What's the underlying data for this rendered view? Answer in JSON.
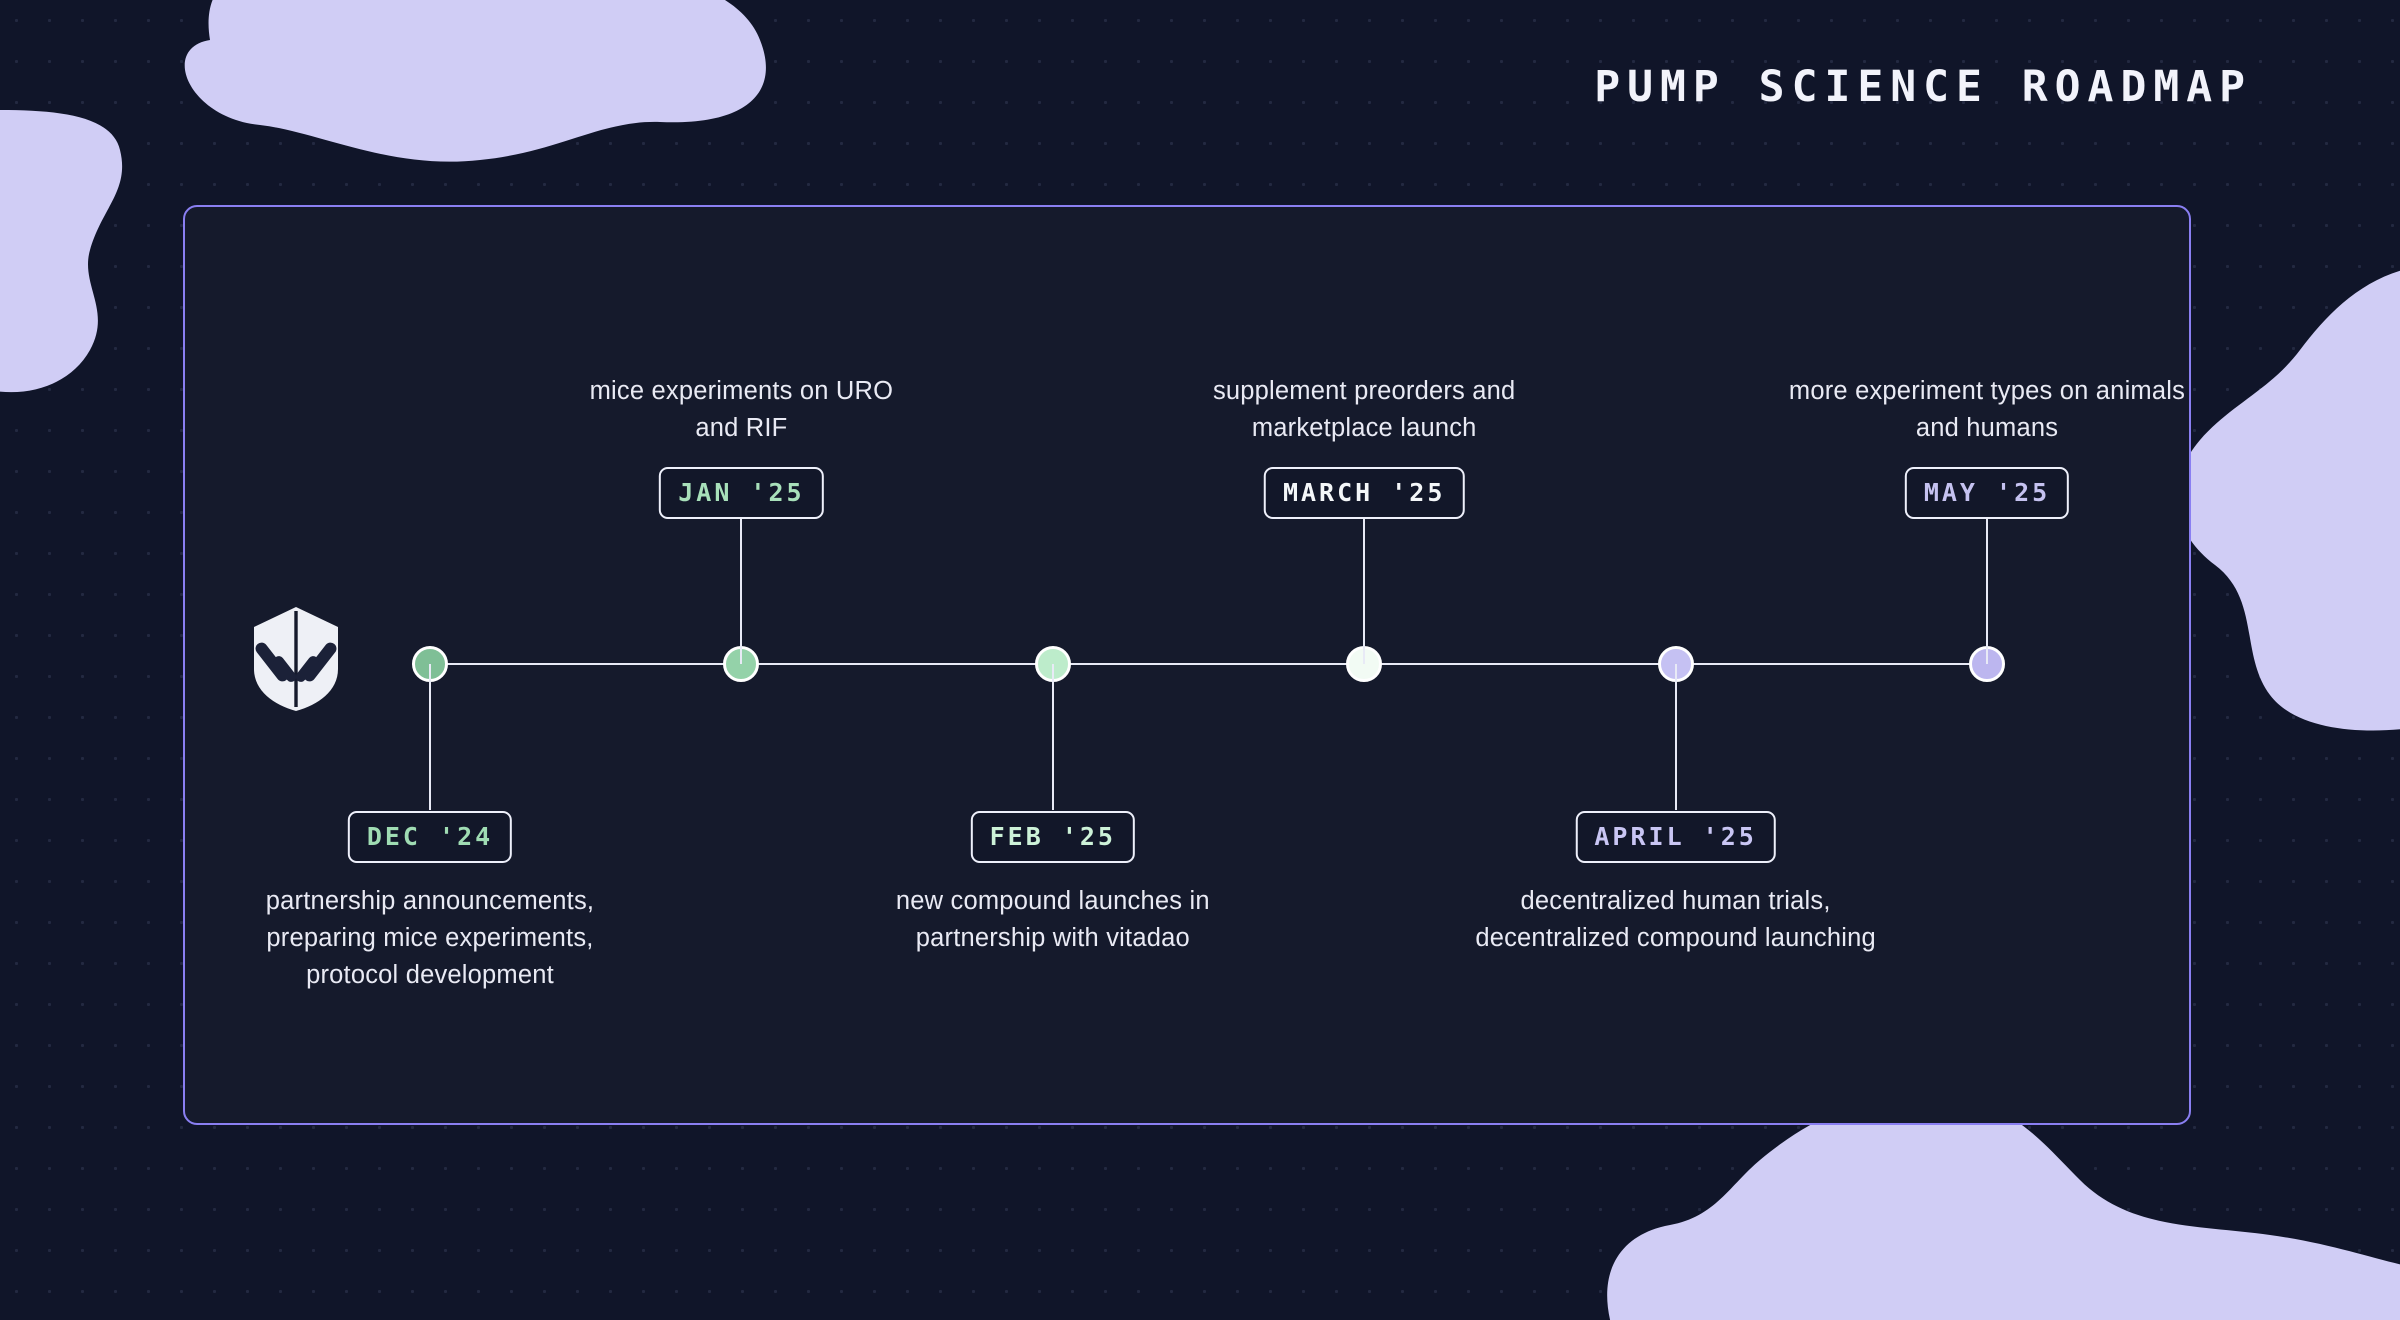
{
  "header": {
    "title": "PUMP SCIENCE ROADMAP"
  },
  "logo": {
    "name": "pump-science-shield-logo"
  },
  "theme": {
    "page_bg": "#101529",
    "card_bg": "#151a2c",
    "card_border": "#8a7ff2",
    "blob": "#d0cdf5",
    "axis": "#e8eaf6",
    "text": "#e9eaf4"
  },
  "timeline": {
    "milestones": [
      {
        "id": "dec-24",
        "label": "DEC '24",
        "label_color": "#9fdcb3",
        "dot_color": "#7fbf96",
        "position_pct": 0,
        "side": "below",
        "description": "partnership announcements,\npreparing mice experiments,\nprotocol development"
      },
      {
        "id": "jan-25",
        "label": "JAN '25",
        "label_color": "#a8e0ba",
        "dot_color": "#94d2a9",
        "position_pct": 20,
        "side": "above",
        "description": "mice experiments on URO\nand RIF"
      },
      {
        "id": "feb-25",
        "label": "FEB '25",
        "label_color": "#cdf2d8",
        "dot_color": "#bdeccb",
        "position_pct": 40,
        "side": "below",
        "description": "new compound launches in\npartnership with vitadao"
      },
      {
        "id": "march-25",
        "label": "MARCH '25",
        "label_color": "#f4f7f9",
        "dot_color": "#f2fbf4",
        "position_pct": 60,
        "side": "above",
        "description": "supplement preorders and\nmarketplace launch"
      },
      {
        "id": "april-25",
        "label": "APRIL '25",
        "label_color": "#c9c6f4",
        "dot_color": "#c5c1f3",
        "position_pct": 80,
        "side": "below",
        "description": "decentralized human trials,\ndecentralized compound launching"
      },
      {
        "id": "may-25",
        "label": "MAY '25",
        "label_color": "#c5c2f0",
        "dot_color": "#bcb6ef",
        "position_pct": 100,
        "side": "above",
        "description": "more experiment types on animals\nand humans"
      }
    ]
  }
}
